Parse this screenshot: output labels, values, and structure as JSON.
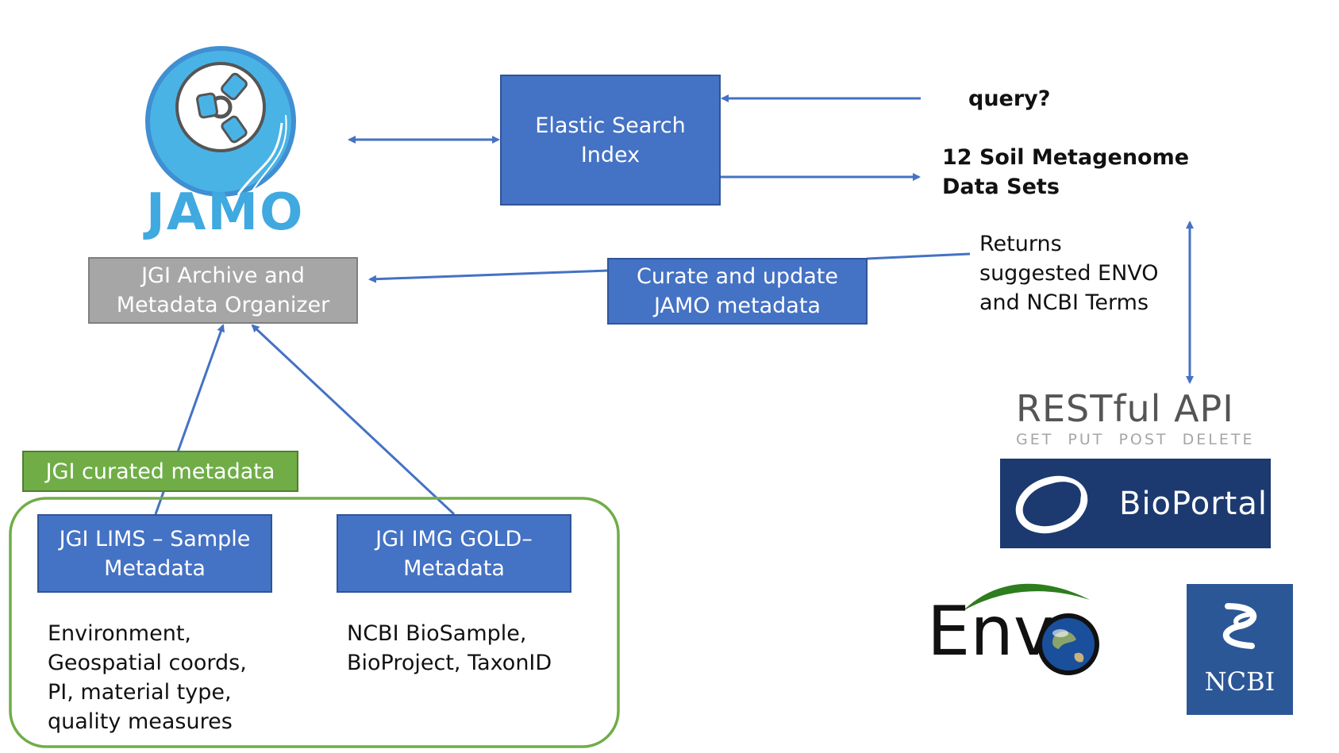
{
  "jamo_logo": {
    "wordmark": "JAMO",
    "colors": {
      "ring": "#3f8fd2",
      "fill": "#4ab3e6",
      "text": "#3fa9e0"
    }
  },
  "boxes": {
    "jamo_organizer": "JGI Archive and\nMetadata Organizer",
    "elastic_search": "Elastic Search\nIndex",
    "curate": "Curate and update\nJAMO metadata",
    "jgi_curated": "JGI curated metadata",
    "lims": "JGI LIMS – Sample\nMetadata",
    "img_gold": "JGI IMG GOLD–\nMetadata"
  },
  "labels": {
    "query": "query?",
    "datasets": "12 Soil Metagenome\nData Sets",
    "returns": "Returns\nsuggested ENVO\nand NCBI Terms",
    "lims_desc": "Environment,\nGeospatial coords,\nPI, material type,\nquality measures",
    "gold_desc": "NCBI BioSample,\nBioProject, TaxonID"
  },
  "restful": {
    "title": "RESTful API",
    "methods": "GET  PUT  POST  DELETE"
  },
  "bioportal": {
    "name": "BioPortal",
    "bg": "#1c3a70"
  },
  "envo": {
    "name": "Env",
    "globe": "O"
  },
  "ncbi": {
    "name": "NCBI",
    "bg": "#2b5797"
  },
  "colors": {
    "arrow": "#4472c4",
    "box_blue": "#4472c4",
    "box_gray": "#a6a6a6",
    "box_green": "#70ad47",
    "group_outline": "#70ad47"
  }
}
